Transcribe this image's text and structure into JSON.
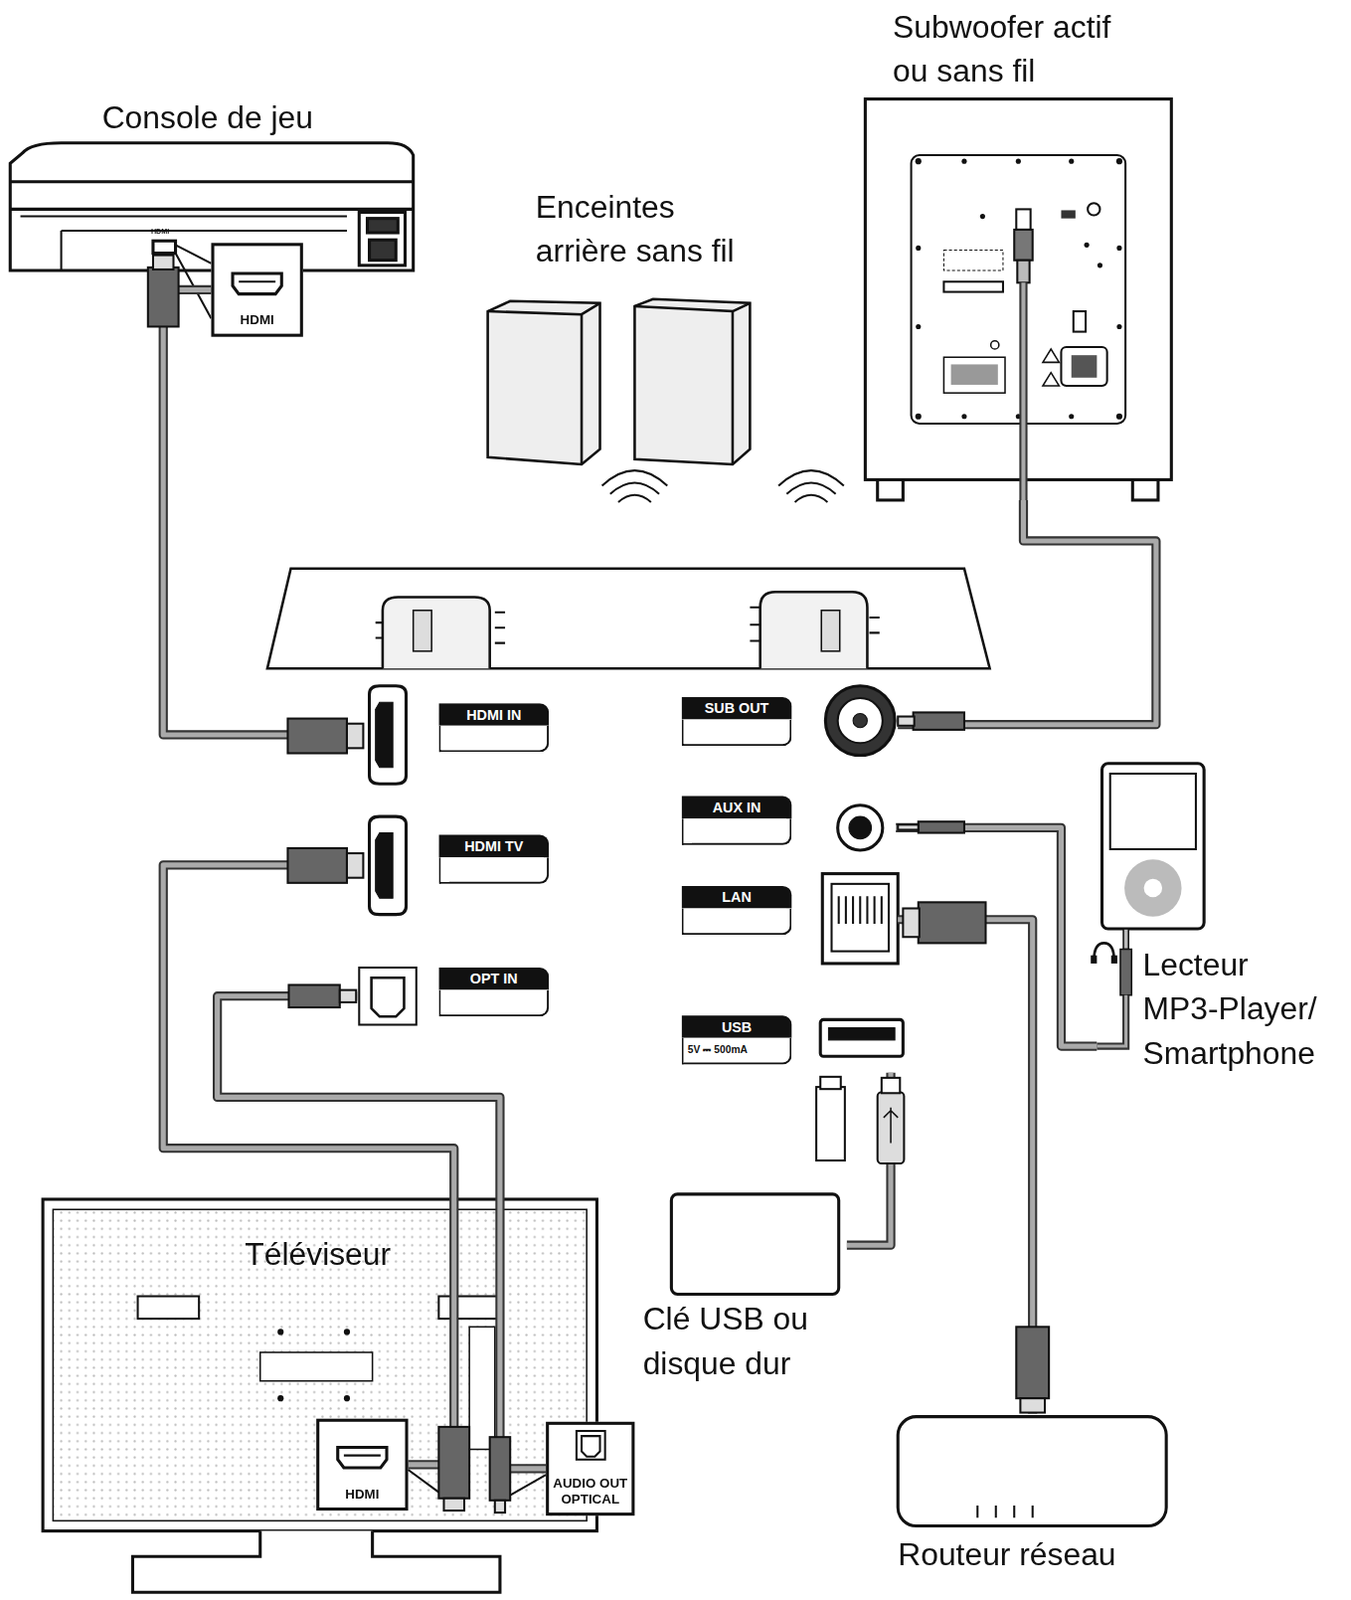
{
  "diagram": {
    "nodes": [
      {
        "text": [
          "Console de jeu"
        ]
      },
      {
        "text": [
          "HDMI"
        ],
        "in": 0
      },
      {
        "text": [
          "Subwoofer actif ou sans fil"
        ]
      },
      {
        "text": [
          "Enceintes arrière sans fil"
        ]
      },
      {
        "text": [
          "HDMI IN"
        ]
      },
      {
        "text": [
          "HDMI TV"
        ]
      },
      {
        "text": [
          "OPT IN"
        ]
      },
      {
        "text": [
          "SUB OUT"
        ]
      },
      {
        "text": [
          "AUX IN"
        ]
      },
      {
        "text": [
          "LAN"
        ]
      },
      {
        "text": [
          "USB",
          "5V ⎓ 500mA"
        ]
      },
      {
        "text": [
          "Lecteur MP3-Player/ Smartphone"
        ]
      },
      {
        "text": [
          "Clé USB ou disque dur"
        ]
      },
      {
        "text": [
          "Téléviseur"
        ]
      },
      {
        "text": [
          "HDMI"
        ],
        "in": 13
      },
      {
        "text": [
          "AUDIO OUT OPTICAL"
        ],
        "in": 13
      },
      {
        "text": [
          "Routeur réseau"
        ]
      }
    ],
    "edges": [
      {
        "from": 1,
        "to": 4,
        "arrow": "none"
      },
      {
        "from": 14,
        "to": 5,
        "arrow": "none"
      },
      {
        "from": 15,
        "to": 6,
        "arrow": "none"
      },
      {
        "from": 7,
        "to": 2,
        "arrow": "none"
      },
      {
        "from": 11,
        "to": 8,
        "arrow": "none"
      },
      {
        "from": 12,
        "to": 10,
        "arrow": "none"
      },
      {
        "from": 16,
        "to": 9,
        "arrow": "none"
      }
    ],
    "labels": [
      "HDMI"
    ]
  }
}
